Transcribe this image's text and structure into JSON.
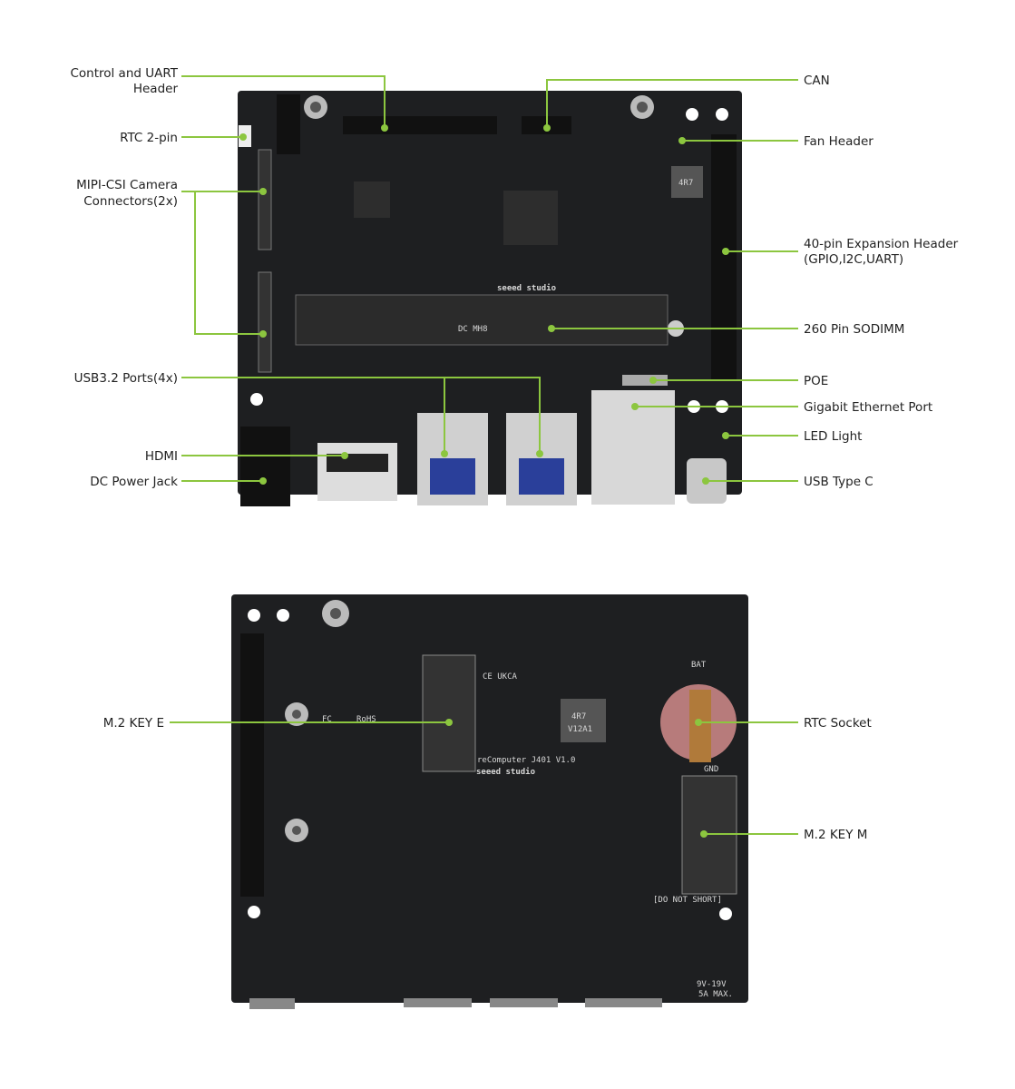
{
  "top_board": {
    "labels_left": [
      "Control and UART",
      "Header",
      "RTC 2-pin",
      "MIPI-CSI Camera",
      "Connectors(2x)",
      "USB3.2 Ports(4x)",
      "HDMI",
      "DC Power Jack"
    ],
    "labels_right": [
      "CAN",
      "Fan Header",
      "40-pin Expansion Header",
      "(GPIO,I2C,UART)",
      "260 Pin SODIMM",
      "POE",
      "Gigabit Ethernet Port",
      "LED Light",
      "USB Type C"
    ],
    "silkscreen": {
      "brand": "seeed studio",
      "inductor": "4R7"
    }
  },
  "bottom_board": {
    "labels_left": [
      "M.2 KEY E"
    ],
    "labels_right": [
      "RTC Socket",
      "M.2 KEY M"
    ],
    "silkscreen": {
      "model": "reComputer J401 V1.0",
      "brand": "seeed studio",
      "inductor_1": "4R7",
      "inductor_2": "V12A1",
      "marks": "CE UKCA",
      "fcc": "FC",
      "rohs": "RoHS",
      "power": "9V-19V",
      "power_2": "5A MAX.",
      "warn": "[DO NOT SHORT]",
      "bat": "BAT",
      "gnd": "GND"
    }
  },
  "colors": {
    "accent": "#8cc63f",
    "pcb": "#1e1f21"
  }
}
